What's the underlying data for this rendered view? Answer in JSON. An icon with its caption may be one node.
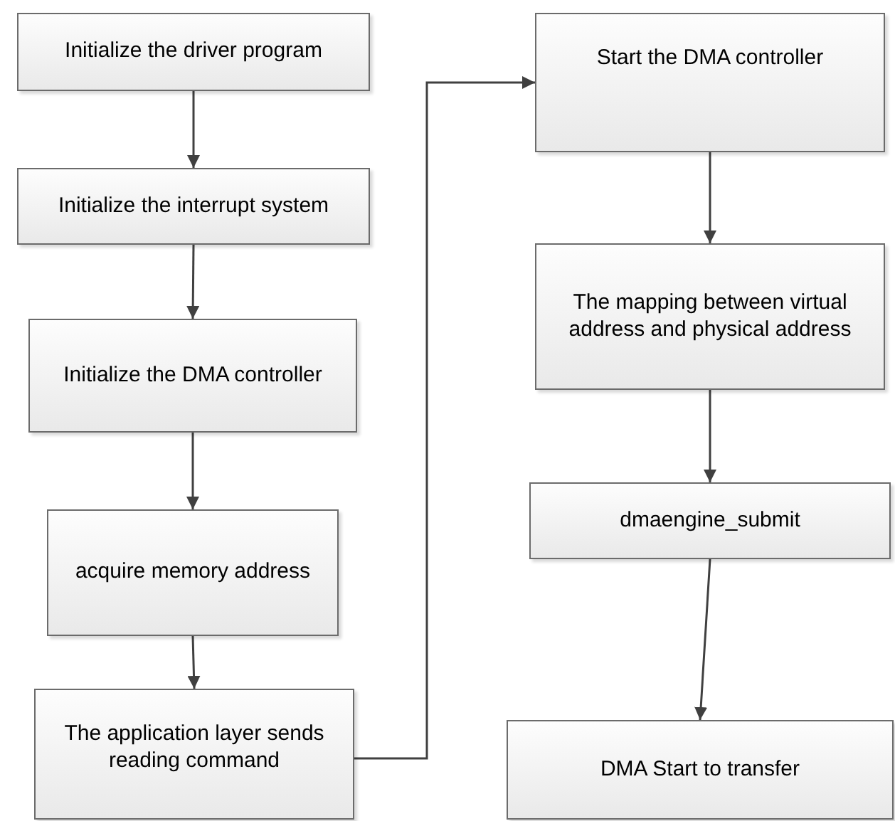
{
  "diagram": {
    "nodes": [
      {
        "text": [
          "Initialize the driver program"
        ]
      },
      {
        "text": [
          "Initialize the interrupt system"
        ]
      },
      {
        "text": [
          "Initialize the DMA controller"
        ]
      },
      {
        "text": [
          "acquire memory address"
        ]
      },
      {
        "text": [
          "The application layer sends reading command"
        ]
      },
      {
        "text": [
          "Start the DMA controller"
        ]
      },
      {
        "text": [
          "The mapping between virtual address and physical address"
        ]
      },
      {
        "text": [
          "dmaengine_submit"
        ]
      },
      {
        "text": [
          "DMA Start to transfer"
        ]
      }
    ],
    "edges": [
      {
        "from": 0,
        "to": 1,
        "arrow": "to"
      },
      {
        "from": 1,
        "to": 2,
        "arrow": "to"
      },
      {
        "from": 2,
        "to": 3,
        "arrow": "to"
      },
      {
        "from": 3,
        "to": 4,
        "arrow": "to"
      },
      {
        "from": 4,
        "to": 5,
        "arrow": "to"
      },
      {
        "from": 5,
        "to": 6,
        "arrow": "to"
      },
      {
        "from": 6,
        "to": 7,
        "arrow": "to"
      },
      {
        "from": 7,
        "to": 8,
        "arrow": "to"
      }
    ]
  }
}
